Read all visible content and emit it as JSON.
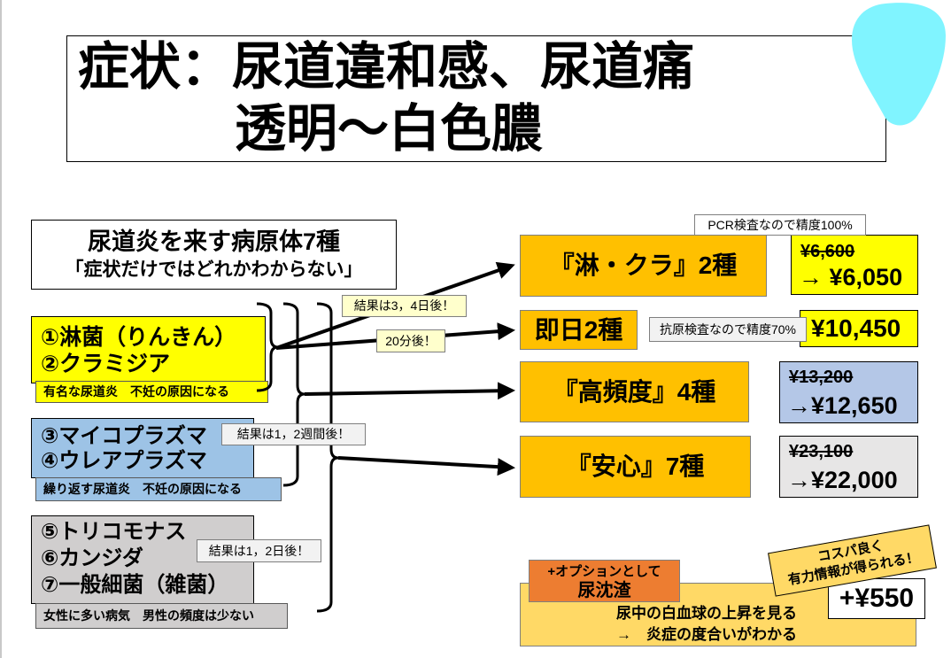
{
  "title": {
    "line1": "症状：尿道違和感、尿道痛",
    "line2": "透明〜白色膿"
  },
  "pathogens": {
    "heading": "尿道炎を来す病原体7種",
    "subheading": "「症状だけではどれかわからない」"
  },
  "groups": [
    {
      "items": [
        "①淋菌（りんきん）",
        "②クラミジア"
      ],
      "note": "有名な尿道炎　不妊の原因になる",
      "color": "#ffff00"
    },
    {
      "items": [
        "③マイコプラズマ",
        "④ウレアプラズマ"
      ],
      "note": "繰り返す尿道炎　不妊の原因になる",
      "color": "#9dc3e6"
    },
    {
      "items": [
        "⑤トリコモナス",
        "⑥カンジダ",
        "⑦一般細菌（雑菌）"
      ],
      "note": "女性に多い病気　男性の頻度は少ない",
      "color": "#d0cece"
    }
  ],
  "arrow_labels": {
    "rin_kura": "結果は3，4日後！",
    "same_day": "20分後！",
    "mycoplasma_group": "結果は1，2週間後！",
    "trichomonas_group": "結果は1，2日後！"
  },
  "tests": [
    {
      "name": "『淋・クラ』2種",
      "method_note": "PCR検査なので精度100%",
      "price_old": "¥6,600",
      "price_new": "→ ¥6,050",
      "price_color": "#ffff00"
    },
    {
      "name": "即日2種",
      "method_note": "抗原検査なので精度70%",
      "price": "¥10,450",
      "price_color": "#ffff00"
    },
    {
      "name": "『高頻度』4種",
      "price_old": "¥13,200",
      "price_new": "→¥12,650",
      "price_color": "#b4c7e7"
    },
    {
      "name": "『安心』7種",
      "price_old": "¥23,100",
      "price_new": "→¥22,000",
      "price_color": "#e7e6e6"
    }
  ],
  "option": {
    "label": "+オプションとして",
    "name": "尿沈渣",
    "description": [
      "尿中の白血球の上昇を見る",
      "→　炎症の度合いがわかる"
    ],
    "price": "+¥550",
    "callout": [
      "コスパ良く",
      "有力情報が得られる！"
    ]
  },
  "colors": {
    "test_box": "#ffc000",
    "option_label": "#ed7d31",
    "option_box": "#ffd966",
    "callout": "#ffd966",
    "droplet": "#80f4ff"
  }
}
